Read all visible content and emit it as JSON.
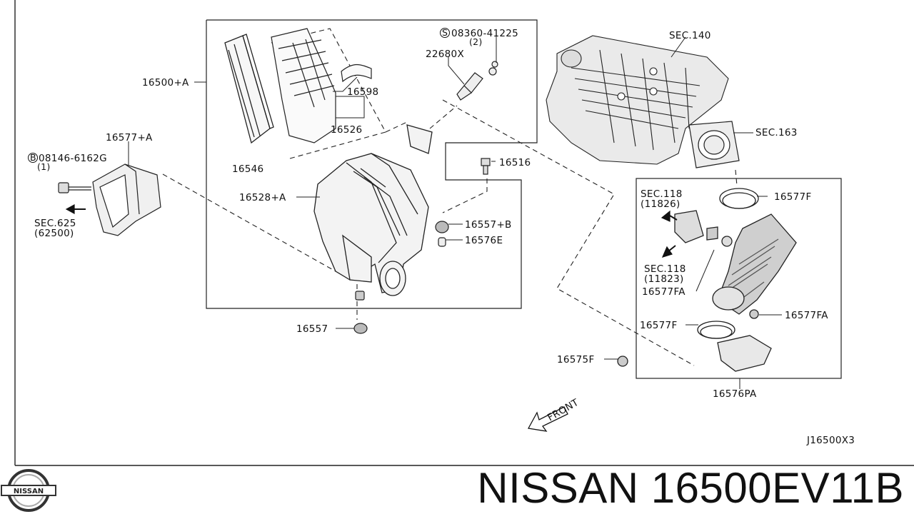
{
  "diagram": {
    "labels": {
      "assy": "16500+A",
      "element": "16546",
      "cover_part": "16598",
      "resonator": "16526",
      "case": "16528+A",
      "screw_code": "08360-41225",
      "screw_qty": "(2)",
      "sensor": "22680X",
      "bolt_code": "08146-6162G",
      "bolt_qty": "(1)",
      "duct_left": "16577+A",
      "sec625": "SEC.625",
      "sec625_sub": "(62500)",
      "sec140": "SEC.140",
      "sec163": "SEC.163",
      "bolt_16516": "16516",
      "grommet_b": "16557+B",
      "grommet_e": "16576E",
      "grommet": "16557",
      "clamp_f_top": "16577F",
      "sec118_a": "SEC.118",
      "sec118_a_sub": "(11826)",
      "sec118_b": "SEC.118",
      "sec118_b_sub": "(11823)",
      "clamp_fa_left": "16577FA",
      "clamp_fa_right": "16577FA",
      "clamp_f_bottom": "16577F",
      "bracket": "16575F",
      "hose": "16576PA",
      "front": "FRONT",
      "ref": "J16500X3"
    }
  },
  "footer": {
    "brand_logo_text": "NISSAN",
    "title": "NISSAN 16500EV11B"
  }
}
